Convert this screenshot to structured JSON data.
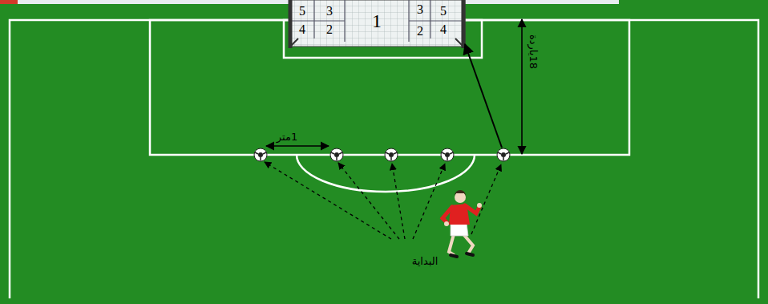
{
  "diagram": {
    "labels": [
      "5",
      "3",
      "1",
      "3",
      "5",
      "4",
      "2",
      "2",
      "4",
      "1متر",
      "18ياردة",
      "البداية"
    ]
  }
}
